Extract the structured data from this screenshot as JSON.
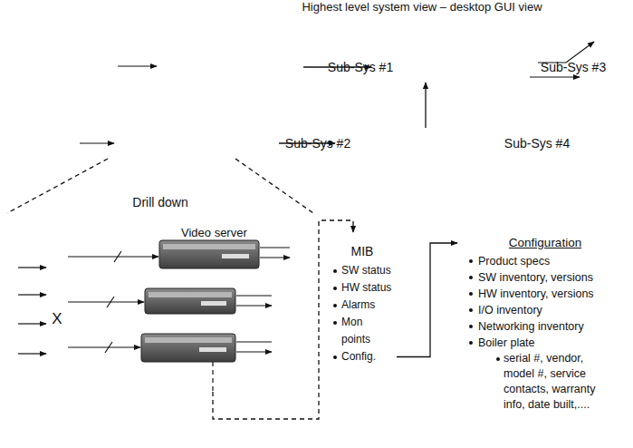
{
  "diagram": {
    "nodes": [
      {
        "text": [
          "Highest level system view – desktop GUI view"
        ]
      },
      {
        "text": [
          "Sub-Sys #1"
        ],
        "in": 0
      },
      {
        "text": [
          "Sub-Sys #2"
        ],
        "in": 0
      },
      {
        "text": [
          "Sub-Sys #3"
        ],
        "in": 0
      },
      {
        "text": [
          "Sub-Sys #4"
        ],
        "in": 0
      },
      {
        "text": [
          "Drill down"
        ]
      },
      {
        "text": [
          "X"
        ],
        "in": 5
      },
      {
        "text": [
          "MIB",
          "SW status",
          "HW status",
          "Alarms",
          "Mon points",
          "Config."
        ]
      },
      {
        "text": [
          "Configuration",
          "Product specs",
          "SW inventory, versions",
          "HW inventory, versions",
          "I/O inventory",
          "Networking inventory",
          "Boiler plate",
          "serial #, vendor, model #, service contacts, warranty info, date built,...."
        ]
      }
    ],
    "edges": [
      {
        "from": 1,
        "to": 3,
        "arrow": "to"
      },
      {
        "from": 2,
        "to": 4,
        "arrow": "to"
      },
      {
        "from": 4,
        "to": 3,
        "arrow": "to"
      },
      {
        "from": 2,
        "to": 5,
        "arrow": "none"
      },
      {
        "from": 5,
        "to": 7,
        "arrow": "to"
      },
      {
        "from": 7,
        "to": 8,
        "arrow": "to"
      }
    ],
    "labels": [
      "Video server"
    ]
  }
}
